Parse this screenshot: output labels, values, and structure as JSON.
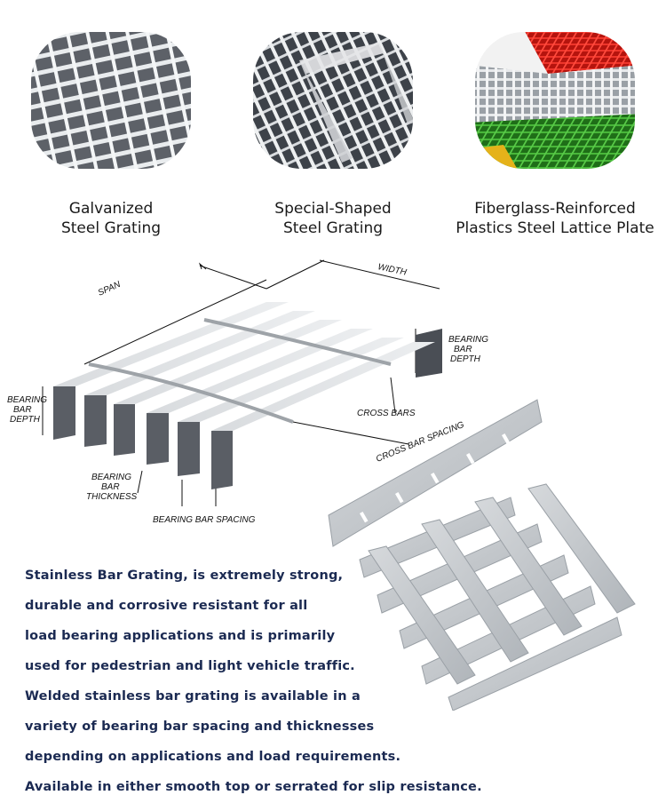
{
  "products": [
    {
      "line1": "Galvanized",
      "line2": "Steel Grating",
      "image": "galvanized-grating-photo"
    },
    {
      "line1": "Special-Shaped",
      "line2": "Steel Grating",
      "image": "special-shaped-grating-photo"
    },
    {
      "line1": "Fiberglass-Reinforced",
      "line2": "Plastics Steel Lattice Plate",
      "image": "frp-lattice-plate-photo"
    }
  ],
  "diagram": {
    "span": "SPAN",
    "width": "WIDTH",
    "bearing_bar_depth_right": [
      "BEARING",
      "BAR",
      "DEPTH"
    ],
    "bearing_bar_depth_left": [
      "BEARING",
      "BAR",
      "DEPTH"
    ],
    "cross_bars": "CROSS BARS",
    "cross_bar_spacing": "CROSS BAR SPACING",
    "bearing_bar_thickness": [
      "BEARING",
      "BAR",
      "THICKNESS"
    ],
    "bearing_bar_spacing": "BEARING BAR SPACING"
  },
  "description": [
    "Stainless Bar Grating, is extremely strong,",
    "durable and corrosive resistant for all",
    "load bearing applications and is primarily",
    "used for pedestrian and light vehicle traffic.",
    "Welded stainless bar grating is available in a",
    "variety of bearing bar spacing and thicknesses",
    "depending on applications and load requirements.",
    "Available in either smooth top or serrated for slip resistance."
  ],
  "colors": {
    "text_dark": "#1b2a52",
    "frp_red": "#e2231a",
    "frp_green": "#3aa52b",
    "steel": "#c9ccd0"
  }
}
